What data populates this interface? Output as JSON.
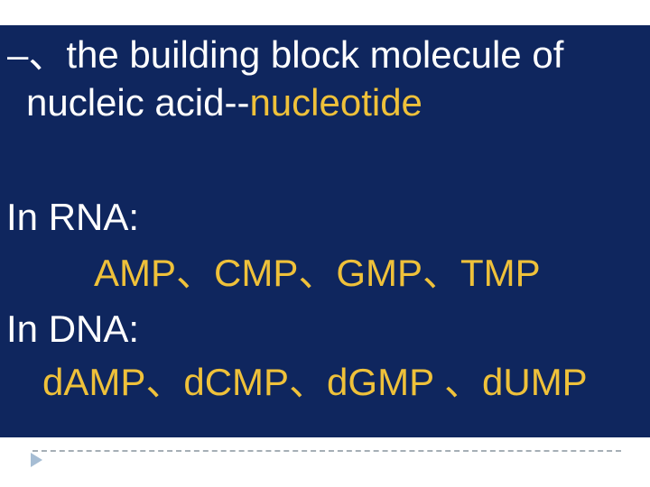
{
  "slide": {
    "title": {
      "line1": "–、the building block molecule of",
      "line2_plain": "nucleic acid--",
      "line2_highlight": "nucleotide"
    },
    "body": {
      "rna_label": "In RNA:",
      "rna_list": "AMP、CMP、GMP、TMP",
      "dna_label": "In DNA:",
      "dna_list": "dAMP、dCMP、dGMP 、dUMP"
    },
    "footer": {
      "arrow_icon": "right-pointing-triangle",
      "divider_style": "dashed"
    },
    "colors": {
      "background": "#FFFFFF",
      "panel": "#0F265E",
      "text_primary": "#FFFFFF",
      "text_accent": "#EFC13A",
      "divider": "#A6AFB6",
      "arrow": "#A6BDD4"
    }
  }
}
